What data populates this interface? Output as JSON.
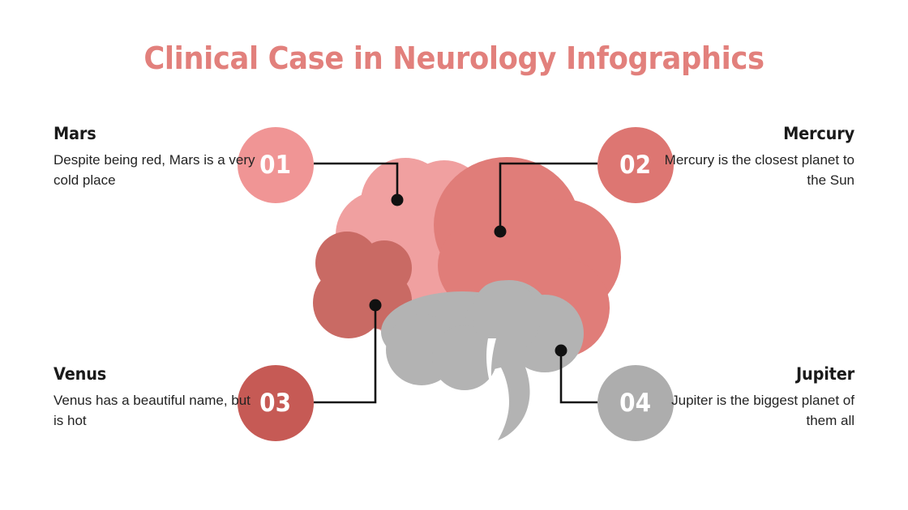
{
  "slide": {
    "title": "Clinical Case in Neurology Infographics",
    "title_color": "#e2807c",
    "background": "#ffffff"
  },
  "illustration": {
    "name": "human-brain-diagram",
    "regions": [
      {
        "id": "frontal-lobe",
        "label": "light pink lobe",
        "color": "#f0a0a0"
      },
      {
        "id": "parietal-lobe",
        "label": "coral lobe",
        "color": "#e07d79"
      },
      {
        "id": "frontal-pole",
        "label": "dark red lobe",
        "color": "#c96a64"
      },
      {
        "id": "cerebellum",
        "label": "gray lobe",
        "color": "#b3b3b3"
      }
    ],
    "outline_color": "#ffffff",
    "connector_color": "#111111"
  },
  "items": [
    {
      "number": "01",
      "circle_color": "#f09595",
      "heading": "Mars",
      "body": "Despite being red, Mars is a very cold place",
      "side": "left",
      "position": "top"
    },
    {
      "number": "02",
      "circle_color": "#dd7672",
      "heading": "Mercury",
      "body": "Mercury is the closest planet to the Sun",
      "side": "right",
      "position": "top"
    },
    {
      "number": "03",
      "circle_color": "#c65a55",
      "heading": "Venus",
      "body": "Venus has a beautiful name, but is hot",
      "side": "left",
      "position": "bottom"
    },
    {
      "number": "04",
      "circle_color": "#adadad",
      "heading": "Jupiter",
      "body": "Jupiter is the biggest planet of them all",
      "side": "right",
      "position": "bottom"
    }
  ]
}
